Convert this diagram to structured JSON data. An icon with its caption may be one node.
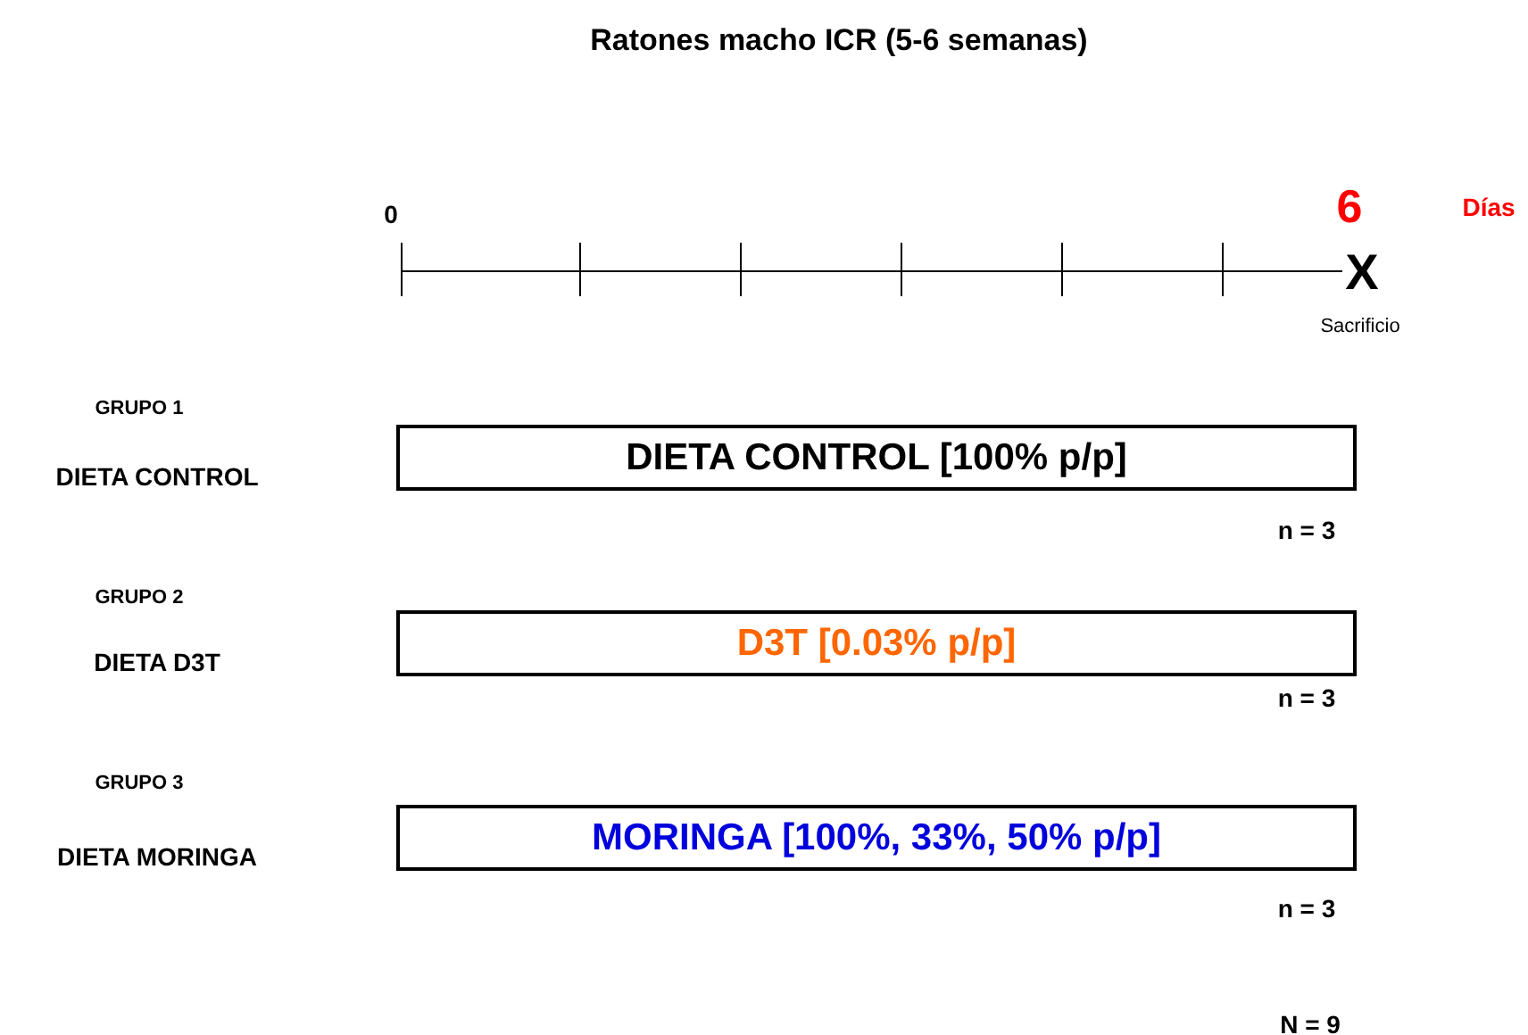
{
  "diagram": {
    "title": "Ratones macho ICR (5-6 semanas)",
    "nodes": [
      {
        "text": [
          "DIETA CONTROL [100% p/p]"
        ],
        "beside": [
          "GRUPO 1",
          "DIETA CONTROL",
          "n = 3"
        ]
      },
      {
        "text": [
          "D3T [0.03% p/p]"
        ],
        "beside": [
          "GRUPO 2",
          "DIETA D3T",
          "n = 3"
        ]
      },
      {
        "text": [
          "MORINGA [100%, 33%, 50% p/p]"
        ],
        "beside": [
          "GRUPO 3",
          "DIETA  MORINGA",
          "n = 3"
        ]
      }
    ],
    "edges": [],
    "labels": [
      "0",
      "6",
      "Días",
      "X",
      "Sacrificio",
      "N = 9"
    ]
  }
}
